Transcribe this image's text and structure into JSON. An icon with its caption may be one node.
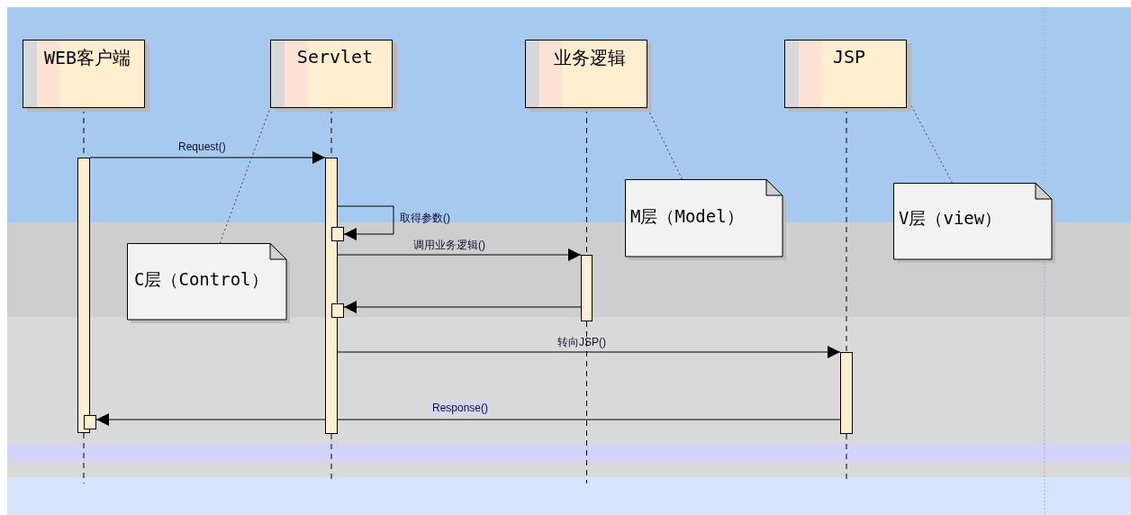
{
  "diagram": {
    "nodes": [
      {
        "text": [
          "WEB客户端"
        ]
      },
      {
        "text": [
          "Servlet"
        ]
      },
      {
        "text": [
          "业务逻辑"
        ]
      },
      {
        "text": [
          "JSP"
        ]
      },
      {
        "text": [
          "C层（Control）"
        ]
      },
      {
        "text": [
          "M层（Model）"
        ]
      },
      {
        "text": [
          "V层（view）"
        ]
      },
      {
        "text": [],
        "shape": "bar"
      },
      {
        "text": [],
        "shape": "bar"
      },
      {
        "text": [],
        "shape": "bar"
      },
      {
        "text": [],
        "shape": "bar"
      },
      {
        "text": [],
        "shape": "box"
      },
      {
        "text": [],
        "shape": "box"
      },
      {
        "text": [],
        "shape": "box"
      }
    ],
    "edges": [
      {
        "from": 7,
        "to": 8,
        "arrow": "to",
        "label": "Request()"
      },
      {
        "from": 8,
        "to": 11,
        "arrow": "to",
        "label": "取得参数()"
      },
      {
        "from": 8,
        "to": 9,
        "arrow": "to",
        "label": "调用业务逻辑()"
      },
      {
        "from": 9,
        "to": 12,
        "arrow": "to"
      },
      {
        "from": 8,
        "to": 10,
        "arrow": "to",
        "label": "转向JSP()"
      },
      {
        "from": 10,
        "to": 13,
        "arrow": "to",
        "label": "Response()"
      },
      {
        "from": 4,
        "to": 1,
        "arrow": "none",
        "style": "dashed"
      },
      {
        "from": 5,
        "to": 2,
        "arrow": "none",
        "style": "dashed"
      },
      {
        "from": 6,
        "to": 3,
        "arrow": "none",
        "style": "dashed"
      },
      {
        "from": 0,
        "to": 7,
        "arrow": "none",
        "style": "dashed"
      },
      {
        "from": 1,
        "to": 8,
        "arrow": "none",
        "style": "dashed"
      },
      {
        "from": 2,
        "to": 9,
        "arrow": "none",
        "style": "dashed"
      },
      {
        "from": 3,
        "to": 10,
        "arrow": "none",
        "style": "dashed"
      },
      {
        "from": 7,
        "to": null,
        "arrow": "none",
        "style": "dashed"
      },
      {
        "from": 8,
        "to": null,
        "arrow": "none",
        "style": "dashed"
      },
      {
        "from": 9,
        "to": null,
        "arrow": "none",
        "style": "dashed"
      },
      {
        "from": 10,
        "to": null,
        "arrow": "none",
        "style": "dashed"
      }
    ]
  }
}
